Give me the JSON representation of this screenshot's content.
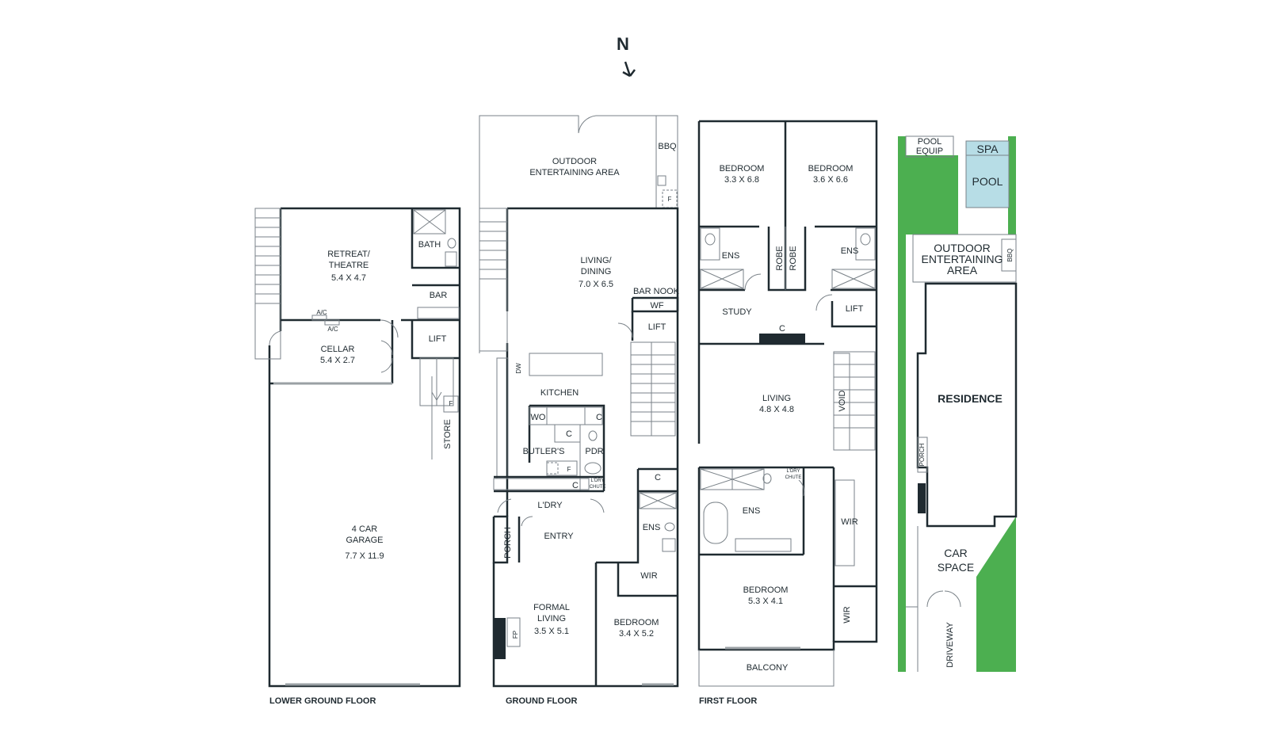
{
  "colors": {
    "wall": "#1f2a30",
    "garden": "#4caf50",
    "pool": "#b7dde6",
    "fireplace": "#1f2a30"
  },
  "north_label": "N",
  "floors": {
    "lower": "LOWER GROUND FLOOR",
    "ground": "GROUND FLOOR",
    "first": "FIRST FLOOR"
  },
  "lower": {
    "bath": "BATH",
    "retreat_1": "RETREAT/",
    "retreat_2": "THEATRE",
    "retreat_dim": "5.4 X 4.7",
    "bar": "BAR",
    "ac1": "A/C",
    "ac2": "A/C",
    "cellar": "CELLAR",
    "cellar_dim": "5.4 X 2.7",
    "lift": "LIFT",
    "store": "STORE",
    "f": "F",
    "garage_1": "4 CAR",
    "garage_2": "GARAGE",
    "garage_dim": "7.7 X 11.9"
  },
  "ground": {
    "outdoor_1": "OUTDOOR",
    "outdoor_2": "ENTERTAINING AREA",
    "bbq": "BBQ",
    "f_bbq": "F",
    "living_1": "LIVING/",
    "living_2": "DINING",
    "living_dim": "7.0 X 6.5",
    "bar_nook": "BAR NOOK",
    "wf": "WF",
    "lift": "LIFT",
    "dw": "DW",
    "kitchen": "KITCHEN",
    "wo": "WO",
    "c1": "C",
    "c2": "C",
    "butlers": "BUTLER'S",
    "pdr": "PDR",
    "f": "F",
    "c3": "C",
    "ldry_chute_1": "L'DRY",
    "ldry_chute_2": "CHUTE",
    "c4": "C",
    "ldry": "L'DRY",
    "ens": "ENS",
    "porch": "PORCH",
    "entry": "ENTRY",
    "wir": "WIR",
    "formal_1": "FORMAL",
    "formal_2": "LIVING",
    "formal_dim": "3.5 X 5.1",
    "fp": "FP",
    "bedroom": "BEDROOM",
    "bedroom_dim": "3.4 X 5.2"
  },
  "first": {
    "bed1": "BEDROOM",
    "bed1_dim": "3.3 X 6.8",
    "bed2": "BEDROOM",
    "bed2_dim": "3.6 X 6.6",
    "ens1": "ENS",
    "robe1": "ROBE",
    "robe2": "ROBE",
    "ens2": "ENS",
    "study": "STUDY",
    "c": "C",
    "lift": "LIFT",
    "living": "LIVING",
    "living_dim": "4.8 X 4.8",
    "void": "VOID",
    "ldry_chute_1": "L'DRY",
    "ldry_chute_2": "CHUTE",
    "ens3": "ENS",
    "wir1": "WIR",
    "bed3": "BEDROOM",
    "bed3_dim": "5.3 X 4.1",
    "wir2": "WIR",
    "balcony": "BALCONY"
  },
  "site": {
    "pool_equip_1": "POOL",
    "pool_equip_2": "EQUIP",
    "spa": "SPA",
    "pool": "POOL",
    "outdoor_1": "OUTDOOR",
    "outdoor_2": "ENTERTAINING",
    "outdoor_3": "AREA",
    "bbq": "BBQ",
    "residence": "RESIDENCE",
    "porch": "PORCH",
    "car_1": "CAR",
    "car_2": "SPACE",
    "driveway": "DRIVEWAY"
  }
}
